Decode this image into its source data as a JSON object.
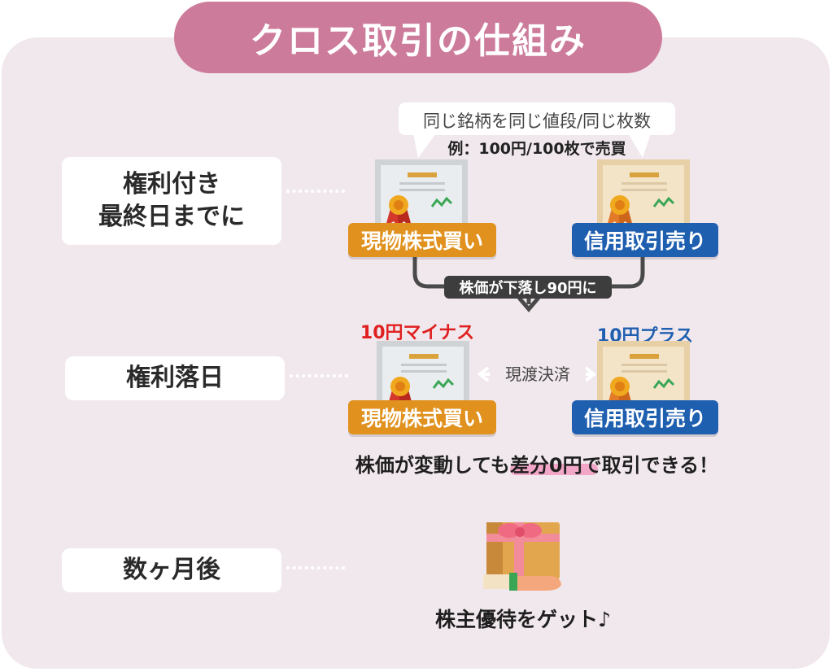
{
  "title": "クロス取引の仕組み",
  "steps": [
    {
      "label": "権利付き\n最終日までに"
    },
    {
      "label": "権利落日"
    },
    {
      "label": "数ヶ月後"
    }
  ],
  "bubble_top": "同じ銘柄を同じ値段/同じ枚数",
  "example": "例：100円/100枚で売買",
  "buy_label": "現物株式買い",
  "sell_label": "信用取引売り",
  "price_drop": "株価が下落し90円に",
  "minus_label": "10円マイナス",
  "plus_label": "10円プラス",
  "settlement": "現渡決済",
  "summary": "株価が変動しても差分0円で取引できる！",
  "benefit": "株主優待をゲット♪",
  "colors": {
    "title_bg": "#cd7b9a",
    "panel_bg": "#f1e8ed",
    "buy": "#e0911e",
    "sell": "#1f5fb0",
    "minus": "#e02020",
    "plus": "#1f5fb0",
    "highlight": "#f3a7c8"
  },
  "icons": [
    "certificate-icon",
    "ribbon-medal-icon",
    "gift-box-icon",
    "hand-icon",
    "down-arrow-icon",
    "double-arrow-icon"
  ]
}
